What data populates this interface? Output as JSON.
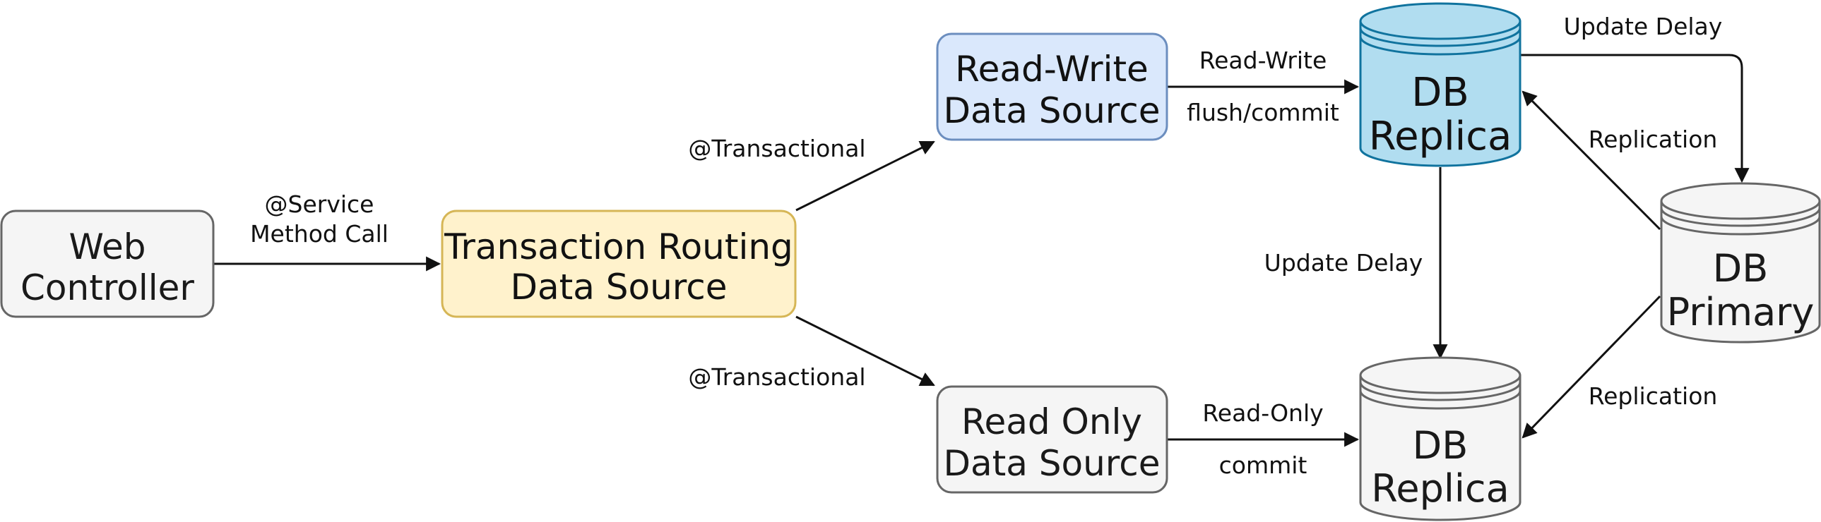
{
  "nodes": {
    "web_controller": {
      "line1": "Web",
      "line2": "Controller"
    },
    "routing": {
      "line1": "Transaction Routing",
      "line2": "Data Source"
    },
    "read_write": {
      "line1": "Read-Write",
      "line2": "Data Source"
    },
    "read_only": {
      "line1": "Read Only",
      "line2": "Data Source"
    },
    "db_replica_top": {
      "line1": "DB",
      "line2": "Replica"
    },
    "db_replica_bottom": {
      "line1": "DB",
      "line2": "Replica"
    },
    "db_primary": {
      "line1": "DB",
      "line2": "Primary"
    }
  },
  "edges": {
    "service_call": {
      "line1": "@Service",
      "line2": "Method Call"
    },
    "transactional_top": {
      "label": "@Transactional"
    },
    "transactional_bottom": {
      "label": "@Transactional"
    },
    "read_write": {
      "label_above": "Read-Write",
      "label_below": "flush/commit"
    },
    "read_only": {
      "label_above": "Read-Only",
      "label_below": "commit"
    },
    "update_delay_top": {
      "label": "Update Delay"
    },
    "update_delay_mid": {
      "label": "Update Delay"
    },
    "replication_top": {
      "label": "Replication"
    },
    "replication_bottom": {
      "label": "Replication"
    }
  },
  "colors": {
    "gray_fill": "#f5f5f5",
    "gray_stroke": "#666666",
    "yellow_fill": "#fff2cc",
    "yellow_stroke": "#d6b656",
    "blue_fill": "#dae8fc",
    "blue_stroke": "#6c8ebf",
    "db_blue_fill": "#b1ddf0",
    "db_blue_stroke": "#10739e"
  }
}
